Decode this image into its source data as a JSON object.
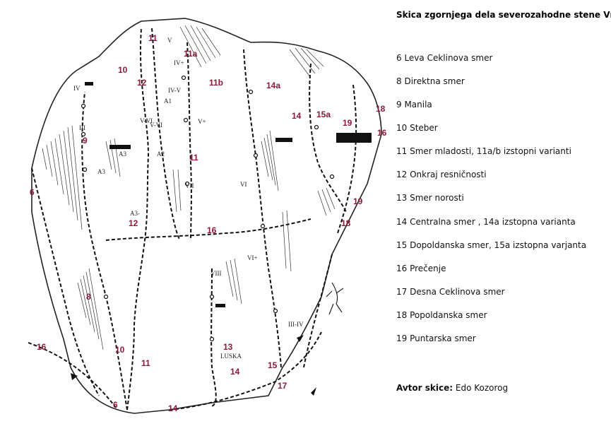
{
  "title": "Skica zgornjega dela severozahodne stene Vršaca",
  "routes": [
    "6 Leva Ceklinova  smer",
    "8 Direktna smer",
    "9 Manila",
    "10 Steber",
    "11 Smer mladosti,  11a/b izstopni varianti",
    "12 Onkraj resničnosti",
    "13 Smer norosti",
    "14 Centralna smer , 14a izstopna varianta",
    "15 Dopoldanska  smer, 15a izstopna varjanta",
    "16 Prečenje",
    "17 Desna Ceklinova  smer",
    "18 Popoldanska  smer",
    "19 Puntarska smer"
  ],
  "author_label": "Avtor skice:",
  "author_name": "Edo Kozorog",
  "sketch_labels": [
    "11",
    "11a",
    "10",
    "12",
    "11b",
    "14a",
    "14",
    "15a",
    "19",
    "18",
    "16",
    "9",
    "11",
    "6",
    "12",
    "16",
    "19",
    "18",
    "8",
    "16",
    "10",
    "11",
    "13",
    "14",
    "15",
    "17",
    "6",
    "14"
  ],
  "sketch_grades": [
    "IV",
    "V",
    "IV+",
    "IV-V",
    "III",
    "V-VI",
    "V+",
    "VI",
    "VII",
    "VIII",
    "VI+",
    "III-IV"
  ],
  "sketch_markers": [
    "A1",
    "A3",
    "A2",
    "A3-",
    "A3",
    "V-VI",
    "LUSKA"
  ]
}
